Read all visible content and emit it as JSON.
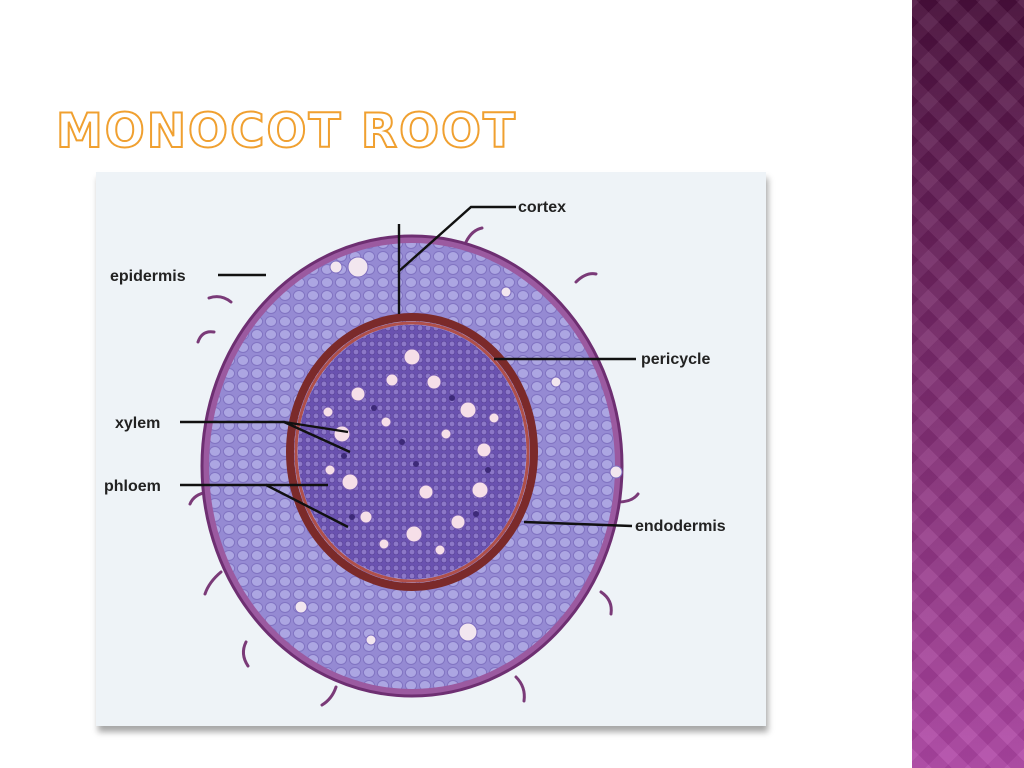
{
  "slide": {
    "title": "Monocot root"
  },
  "diagram": {
    "labels": {
      "cortex": "cortex",
      "epidermis": "epidermis",
      "pericycle": "pericycle",
      "xylem": "xylem",
      "phloem": "phloem",
      "endodermis": "endodermis"
    }
  },
  "colors": {
    "title_outline": "#f0a030",
    "sidebar_top": "#4a0f3c",
    "sidebar_bottom": "#b046a6",
    "cortex_fill": "#8f7fd0",
    "stele_fill": "#6d55b4",
    "endodermis_ring": "#7b2a2a"
  }
}
